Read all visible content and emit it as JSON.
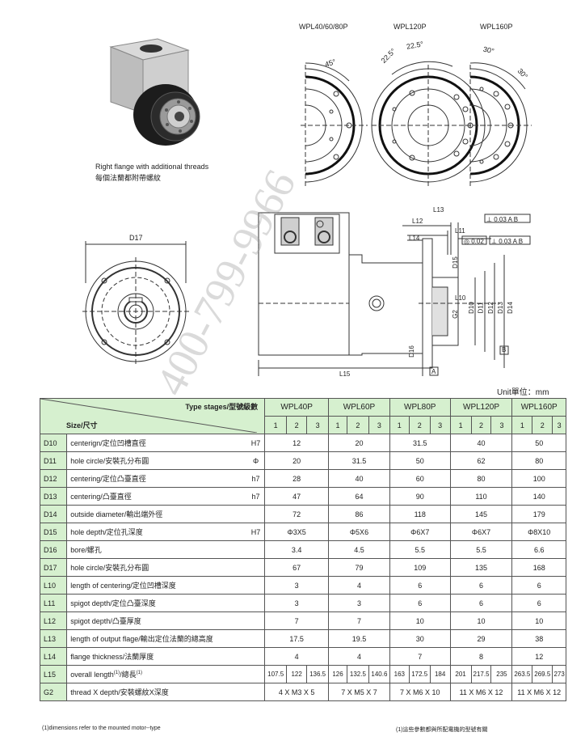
{
  "models_top": [
    "WPL40/60/80P",
    "WPL120P",
    "WPL160P"
  ],
  "angles": {
    "a1": "45°",
    "a2": "22.5°",
    "a3": "22.5°",
    "a4": "30°",
    "a5": "30°"
  },
  "photo_caption_en": "Right flange with additional threads",
  "photo_caption_zh": "每個法蘭都附帶螺紋",
  "dims": {
    "D17": "D17",
    "L13": "L13",
    "L12": "L12",
    "L11": "L11",
    "L14": "L14",
    "L10": "L10",
    "L15": "L15",
    "D15": "D15",
    "D16": "D16",
    "G2": "G2",
    "D10": "D10",
    "D11": "D11",
    "D12": "D12",
    "D13": "D13",
    "D14": "D14",
    "tol1": "0.03",
    "tol2": "0.02",
    "tol3": "0.03",
    "ref_A": "A",
    "ref_B": "B"
  },
  "unit": "Unit單位：mm",
  "watermark": "400-799-9966",
  "table": {
    "header_type": "Type stages/型號級數",
    "header_size": "Size/尺寸",
    "models": [
      "WPL40P",
      "WPL60P",
      "WPL80P",
      "WPL120P",
      "WPL160P"
    ],
    "stages": [
      "1",
      "2",
      "3"
    ],
    "rows": [
      {
        "code": "D10",
        "desc": "centerign/定位凹槽直徑",
        "tol": "H7",
        "vals": [
          "12",
          "20",
          "31.5",
          "40",
          "50"
        ]
      },
      {
        "code": "D11",
        "desc": "hole circle/安裝孔分布圓",
        "tol": "Φ",
        "vals": [
          "20",
          "31.5",
          "50",
          "62",
          "80"
        ]
      },
      {
        "code": "D12",
        "desc": "centering/定位凸臺直徑",
        "tol": "h7",
        "vals": [
          "28",
          "40",
          "60",
          "80",
          "100"
        ]
      },
      {
        "code": "D13",
        "desc": "centering/凸臺直徑",
        "tol": "h7",
        "vals": [
          "47",
          "64",
          "90",
          "110",
          "140"
        ]
      },
      {
        "code": "D14",
        "desc": "outside diameter/輸出端外徑",
        "tol": "",
        "vals": [
          "72",
          "86",
          "118",
          "145",
          "179"
        ]
      },
      {
        "code": "D15",
        "desc": "hole depth/定位孔深度",
        "tol": "H7",
        "vals": [
          "Φ3X5",
          "Φ5X6",
          "Φ6X7",
          "Φ6X7",
          "Φ8X10"
        ]
      },
      {
        "code": "D16",
        "desc": "bore/螺孔",
        "tol": "",
        "vals": [
          "3.4",
          "4.5",
          "5.5",
          "5.5",
          "6.6"
        ]
      },
      {
        "code": "D17",
        "desc": "hole circle/安裝孔分布圓",
        "tol": "",
        "vals": [
          "67",
          "79",
          "109",
          "135",
          "168"
        ]
      },
      {
        "code": "L10",
        "desc": "length of centering/定位凹槽深度",
        "tol": "",
        "vals": [
          "3",
          "4",
          "6",
          "6",
          "6"
        ]
      },
      {
        "code": "L11",
        "desc": "spigot depth/定位凸臺深度",
        "tol": "",
        "vals": [
          "3",
          "3",
          "6",
          "6",
          "6"
        ]
      },
      {
        "code": "L12",
        "desc": "spigot depth/凸臺厚度",
        "tol": "",
        "vals": [
          "7",
          "7",
          "10",
          "10",
          "10"
        ]
      },
      {
        "code": "L13",
        "desc": "length of output flage/輸出定位法蘭的總高度",
        "tol": "",
        "vals": [
          "17.5",
          "19.5",
          "30",
          "29",
          "38"
        ]
      },
      {
        "code": "L14",
        "desc": "flange thickness/法蘭厚度",
        "tol": "",
        "vals": [
          "4",
          "4",
          "7",
          "8",
          "12"
        ]
      }
    ],
    "l15": {
      "code": "L15",
      "desc": "overall length",
      "sup": "(1)",
      "desc_zh": "/總長",
      "sup2": "(1)",
      "vals": [
        "107.5",
        "122",
        "136.5",
        "126",
        "132.5",
        "140.6",
        "163",
        "172.5",
        "184",
        "201",
        "217.5",
        "235",
        "263.5",
        "269.5",
        "273"
      ]
    },
    "g2": {
      "code": "G2",
      "desc": "thread X depth/安裝螺紋X深度",
      "vals": [
        "4 X M3 X 5",
        "7 X M5 X 7",
        "7 X M6 X 10",
        "11 X M6 X 12",
        "11 X M6 X 12"
      ]
    }
  },
  "footnote_en": "(1)dimensions refer to the mounted motor--type",
  "footnote_zh": "(1)這些參數都與所配電機的型號有關"
}
